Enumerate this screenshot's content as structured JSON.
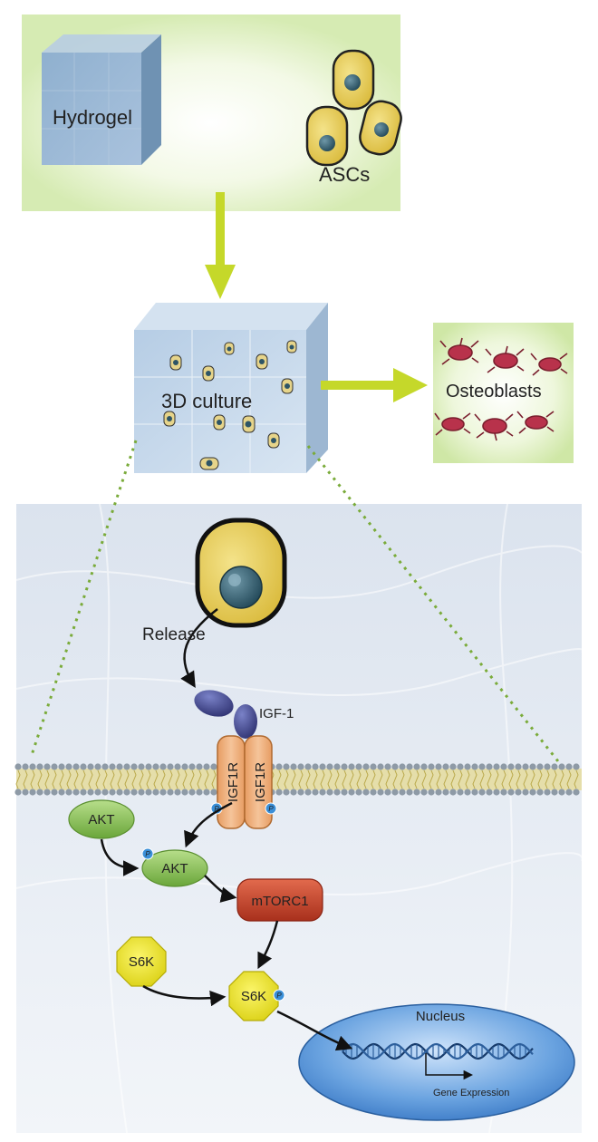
{
  "top_panel": {
    "hydrogel_label": "Hydrogel",
    "cells_label": "ASCs"
  },
  "culture": {
    "label": "3D culture",
    "result_label": "Osteoblasts"
  },
  "pathway": {
    "release_label": "Release",
    "ligand_label": "IGF-1",
    "receptor_label": "IGF1R",
    "akt_label": "AKT",
    "mtorc1_label": "mTORC1",
    "s6k_label": "S6K",
    "phospho_label": "P",
    "nucleus_label": "Nucleus",
    "gene_label": "Gene Expression"
  },
  "colors": {
    "arrow_green": "#c5d82a",
    "panel_green": "#d8ecb7",
    "receptor_orange": "#e8a874",
    "akt_green": "#8cc152",
    "mtorc1_red": "#c8442b",
    "s6k_yellow": "#eee52a",
    "nucleus_blue": "#4f8fd6"
  }
}
